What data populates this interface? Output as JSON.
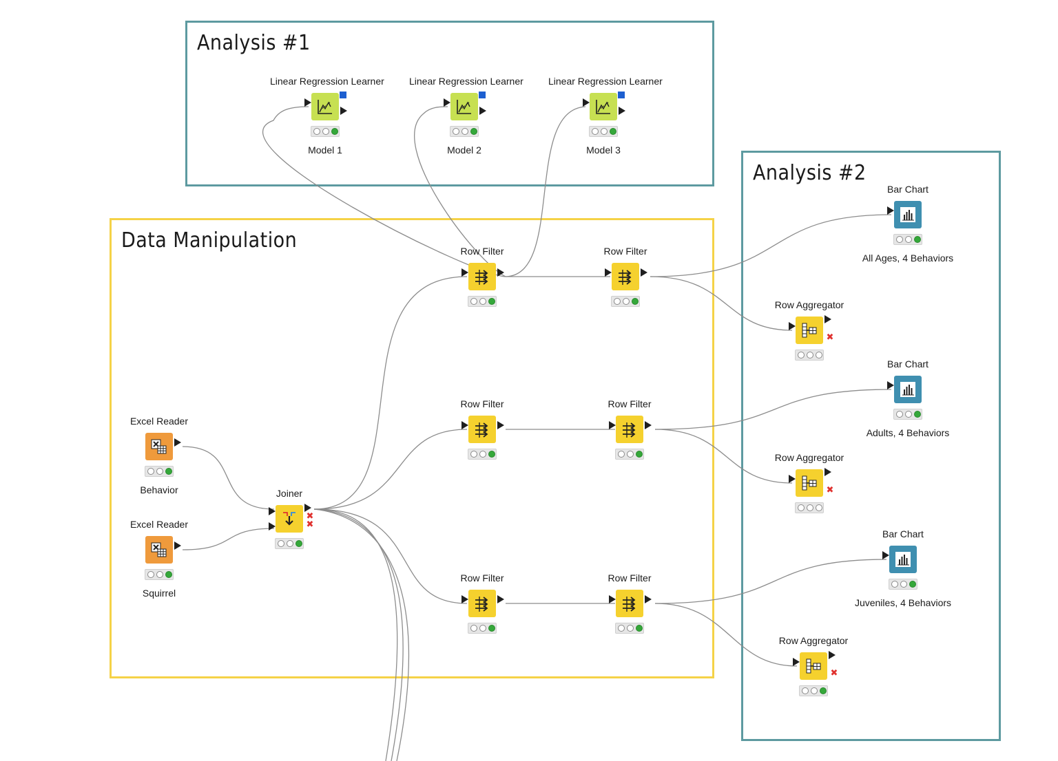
{
  "colors": {
    "analysis_border": "#5d9aa0",
    "data_border": "#f5d247",
    "learner": "#c7e052",
    "manip": "#f5d12e",
    "reader": "#ef9a3c",
    "view": "#3f8fb0",
    "link": "#8c8c8c"
  },
  "annotations": [
    {
      "id": "ann1",
      "title": "Analysis #1"
    },
    {
      "id": "ann2",
      "title": "Analysis #2"
    },
    {
      "id": "ann3",
      "title": "Data Manipulation"
    }
  ],
  "nodes": [
    {
      "id": "lr1",
      "header": "Linear Regression Learner",
      "label": "Model 1",
      "type": "learner",
      "icon": "regression-icon",
      "status": [
        "off",
        "off",
        "green"
      ]
    },
    {
      "id": "lr2",
      "header": "Linear Regression Learner",
      "label": "Model 2",
      "type": "learner",
      "icon": "regression-icon",
      "status": [
        "off",
        "off",
        "green"
      ]
    },
    {
      "id": "lr3",
      "header": "Linear Regression Learner",
      "label": "Model 3",
      "type": "learner",
      "icon": "regression-icon",
      "status": [
        "off",
        "off",
        "green"
      ]
    },
    {
      "id": "excel1",
      "header": "Excel Reader",
      "label": "Behavior",
      "type": "reader",
      "icon": "excel-icon",
      "status": [
        "off",
        "off",
        "green"
      ]
    },
    {
      "id": "excel2",
      "header": "Excel Reader",
      "label": "Squirrel",
      "type": "reader",
      "icon": "excel-icon",
      "status": [
        "off",
        "off",
        "green"
      ]
    },
    {
      "id": "joiner",
      "header": "Joiner",
      "label": "",
      "type": "manip",
      "icon": "joiner-icon",
      "status": [
        "off",
        "off",
        "green"
      ]
    },
    {
      "id": "rf1a",
      "header": "Row Filter",
      "label": "",
      "type": "manip",
      "icon": "row-filter-icon",
      "status": [
        "off",
        "off",
        "green"
      ]
    },
    {
      "id": "rf1b",
      "header": "Row Filter",
      "label": "",
      "type": "manip",
      "icon": "row-filter-icon",
      "status": [
        "off",
        "off",
        "green"
      ]
    },
    {
      "id": "rf2a",
      "header": "Row Filter",
      "label": "",
      "type": "manip",
      "icon": "row-filter-icon",
      "status": [
        "off",
        "off",
        "green"
      ]
    },
    {
      "id": "rf2b",
      "header": "Row Filter",
      "label": "",
      "type": "manip",
      "icon": "row-filter-icon",
      "status": [
        "off",
        "off",
        "green"
      ]
    },
    {
      "id": "rf3a",
      "header": "Row Filter",
      "label": "",
      "type": "manip",
      "icon": "row-filter-icon",
      "status": [
        "off",
        "off",
        "green"
      ]
    },
    {
      "id": "rf3b",
      "header": "Row Filter",
      "label": "",
      "type": "manip",
      "icon": "row-filter-icon",
      "status": [
        "off",
        "off",
        "green"
      ]
    },
    {
      "id": "bc1",
      "header": "Bar Chart",
      "label": "All Ages, 4 Behaviors",
      "type": "view",
      "icon": "bar-chart-icon",
      "status": [
        "off",
        "off",
        "green"
      ]
    },
    {
      "id": "ra1",
      "header": "Row Aggregator",
      "label": "",
      "type": "manip",
      "icon": "aggregator-icon",
      "status": [
        "off",
        "off",
        "off"
      ]
    },
    {
      "id": "bc2",
      "header": "Bar Chart",
      "label": "Adults, 4 Behaviors",
      "type": "view",
      "icon": "bar-chart-icon",
      "status": [
        "off",
        "off",
        "green"
      ]
    },
    {
      "id": "ra2",
      "header": "Row Aggregator",
      "label": "",
      "type": "manip",
      "icon": "aggregator-icon",
      "status": [
        "off",
        "off",
        "off"
      ]
    },
    {
      "id": "bc3",
      "header": "Bar Chart",
      "label": "Juveniles, 4 Behaviors",
      "type": "view",
      "icon": "bar-chart-icon",
      "status": [
        "off",
        "off",
        "green"
      ]
    },
    {
      "id": "ra3",
      "header": "Row Aggregator",
      "label": "",
      "type": "manip",
      "icon": "aggregator-icon",
      "status": [
        "off",
        "off",
        "green"
      ]
    }
  ]
}
